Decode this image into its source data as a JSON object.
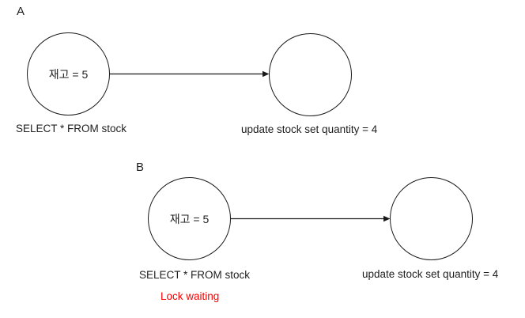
{
  "diagram": {
    "title_semantic": "transaction lock waiting diagram",
    "colors": {
      "background": "#ffffff",
      "stroke": "#1a1a1a",
      "text": "#1f1f1f",
      "status_red": "#ff0000"
    },
    "section_a": {
      "label": "A",
      "stock_node_text": "재고 = 5",
      "select_caption": "SELECT * FROM stock",
      "update_caption": "update stock set quantity = 4"
    },
    "section_b": {
      "label": "B",
      "stock_node_text": "재고 = 5",
      "select_caption": "SELECT * FROM stock",
      "status_text": "Lock waiting",
      "update_caption": "update stock set quantity = 4"
    }
  }
}
